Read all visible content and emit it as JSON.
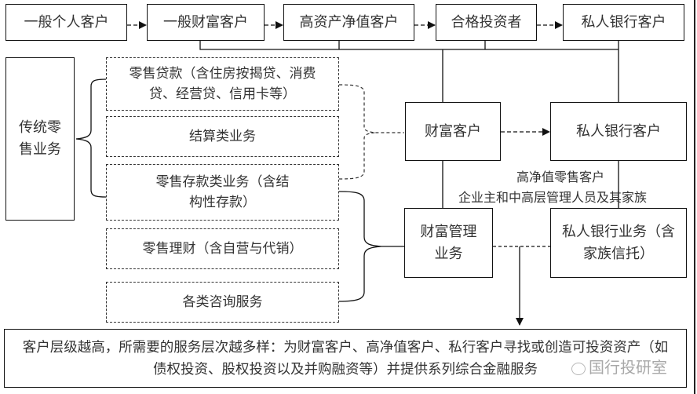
{
  "top_row": [
    {
      "label": "一般个人客户"
    },
    {
      "label": "一般财富客户"
    },
    {
      "label": "高资产净值客户"
    },
    {
      "label": "合格投资者"
    },
    {
      "label": "私人银行客户"
    }
  ],
  "traditional_retail": {
    "label": "传统零售业务"
  },
  "services": [
    {
      "label": "零售贷款（含住房按揭贷、消费贷、经营贷、信用卡等）"
    },
    {
      "label": "结算类业务"
    },
    {
      "label": "零售存款类业务（含结构性存款）"
    },
    {
      "label": "零售理财（含自营与代销）"
    },
    {
      "label": "各类咨询服务"
    }
  ],
  "wealth_client": {
    "label": "财富客户"
  },
  "private_bank_client": {
    "label": "私人银行客户"
  },
  "annotation": {
    "line1": "高净值零售客户",
    "line2": "企业主和中高层管理人员及其家族"
  },
  "wealth_mgmt": {
    "label": "财富管理业务"
  },
  "private_bank_business": {
    "label": "私人银行业务（含家族信托）"
  },
  "summary": {
    "text": "客户层级越高，所需要的服务层次越多样：为财富客户、高净值客户、私行客户寻找或创造可投资资产（如债权投资、股权投资以及并购融资等）并提供系列综合金融服务"
  },
  "watermark": {
    "text": "国行投研室"
  }
}
